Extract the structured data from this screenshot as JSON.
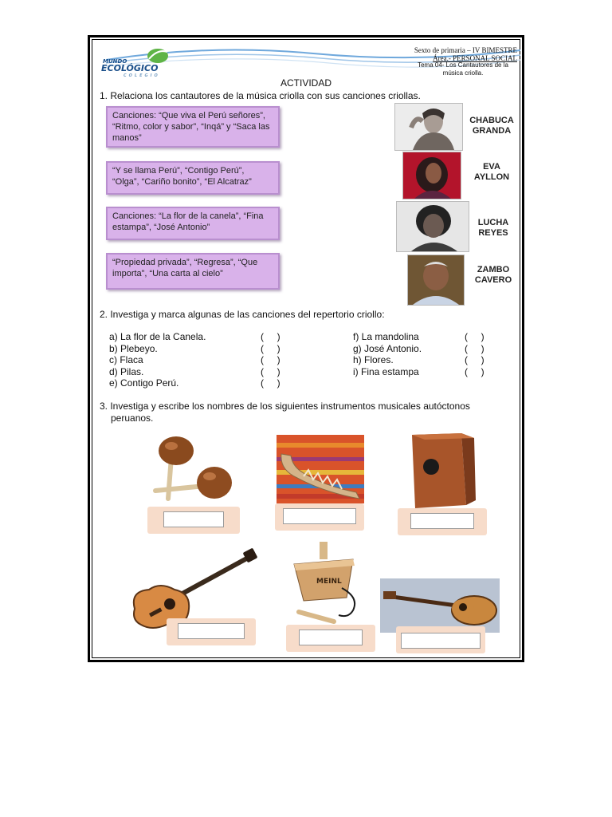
{
  "header": {
    "logo_line1": "MUNDO",
    "logo_line2": "ECOLÓGICO",
    "logo_line3": "COLEGIO",
    "grade": "Sexto de primaria – IV BIMESTRE",
    "area": "Área.- PERSONAL SOCIAL",
    "tema": "Tema  04- Los Cantautores de la música criolla."
  },
  "title": "ACTIVIDAD",
  "q1": {
    "prompt": "1. Relaciona los cantautores de la música criolla con sus canciones criollas.",
    "songs": [
      "Canciones: “Que viva el Perú señores”, “Ritmo, color y sabor”, “Inqá” y “Saca las manos”",
      "“Y se llama Perú”, “Contigo Perú”, “Olga”, “Cariño bonito”, “El Alcatraz”",
      "Canciones: “La flor de la canela”, “Fina estampa”, “José Antonio”",
      "“Propiedad privada”, “Regresa”, “Que importa”, “Una carta al cielo”"
    ],
    "singers": [
      {
        "line1": "CHABUCA",
        "line2": "GRANDA"
      },
      {
        "line1": "EVA",
        "line2": "AYLLON"
      },
      {
        "line1": "LUCHA",
        "line2": "REYES"
      },
      {
        "line1": "ZAMBO",
        "line2": "CAVERO"
      }
    ]
  },
  "q2": {
    "prompt": "2. Investiga y marca algunas de las canciones del repertorio criollo:",
    "paren": "(     )",
    "left": [
      "a) La flor de la Canela.",
      "b) Plebeyo.",
      "c) Flaca",
      "d) Pilas.",
      "e) Contigo Perú."
    ],
    "right": [
      "f)  La mandolina",
      "g) José Antonio.",
      "h) Flores.",
      "i)  Fina estampa"
    ]
  },
  "q3": {
    "prompt_line1": "3. Investiga y escribe los nombres de los siguientes instrumentos musicales autóctonos",
    "prompt_line2": "peruanos."
  },
  "colors": {
    "box_fill": "#d9b2ea",
    "answer_card": "#f7dcca",
    "border": "#000000"
  }
}
